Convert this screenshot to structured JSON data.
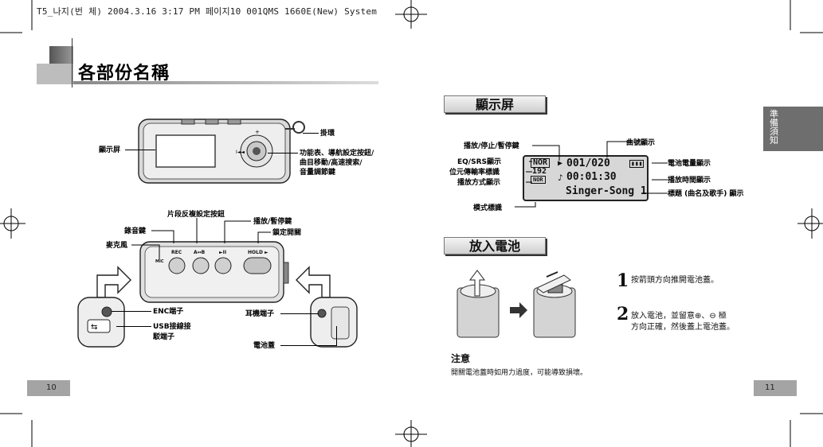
{
  "print_header": "T5_나지(번 체) 2004.3.16 3:17 PM 페이지10 001QMS 1660E(New) System",
  "left_page": {
    "title": "各部份名稱",
    "page_number": "10",
    "callouts": {
      "display": "顯示屏",
      "strap": "掛環",
      "menu_line1": "功能表、導航設定按鈕/",
      "menu_line2": "曲目移動/高速搜索/",
      "menu_line3": "音量調節鍵",
      "ab_repeat": "片段反複設定按鈕",
      "record": "錄音鍵",
      "play_pause": "播放/暫停鍵",
      "hold": "鎖定開關",
      "mic": "麥克風",
      "enc_port": "ENC端子",
      "usb_line1": "USB接線接",
      "usb_line2": "駁端子",
      "earphone": "耳機端子",
      "battery_cover": "電池蓋"
    },
    "device_marks": {
      "rec": "REC",
      "ab": "A↔B",
      "play": "►II",
      "hold": "HOLD ►",
      "mic": "MIC",
      "skip": "I◄◄"
    }
  },
  "right_page": {
    "display_title": "顯示屏",
    "battery_title": "放入電池",
    "page_number": "11",
    "side_tab": [
      "準",
      "備",
      "須",
      "知"
    ],
    "display_labels": {
      "play_stop": "播放/停止/暫停鍵",
      "track_no": "曲號顯示",
      "eq_srs": "EQ/SRS顯示",
      "bitrate": "位元傳輸率標識",
      "play_mode": "播放方式顯示",
      "mode_icon": "模式標識",
      "battery_level": "電池電量顯示",
      "play_time": "播放時間顯示",
      "title_display": "標題 (曲名及歌手) 顯示"
    },
    "lcd": {
      "eq": "NOR",
      "bitrate": "192",
      "mode": "NOR",
      "track": "001/020",
      "time": "00:01:30",
      "song": "Singer-Song 1"
    },
    "steps": [
      {
        "num": "1",
        "line1": "按箭頭方向推開電池蓋。",
        "line2": ""
      },
      {
        "num": "2",
        "line1": "放入電池，並留意⊕、⊖ 極",
        "line2": "方向正確，然後蓋上電池蓋。"
      }
    ],
    "note_title": "注意",
    "note_text": "開關電池蓋時如用力過度，可能導致損壞。"
  }
}
